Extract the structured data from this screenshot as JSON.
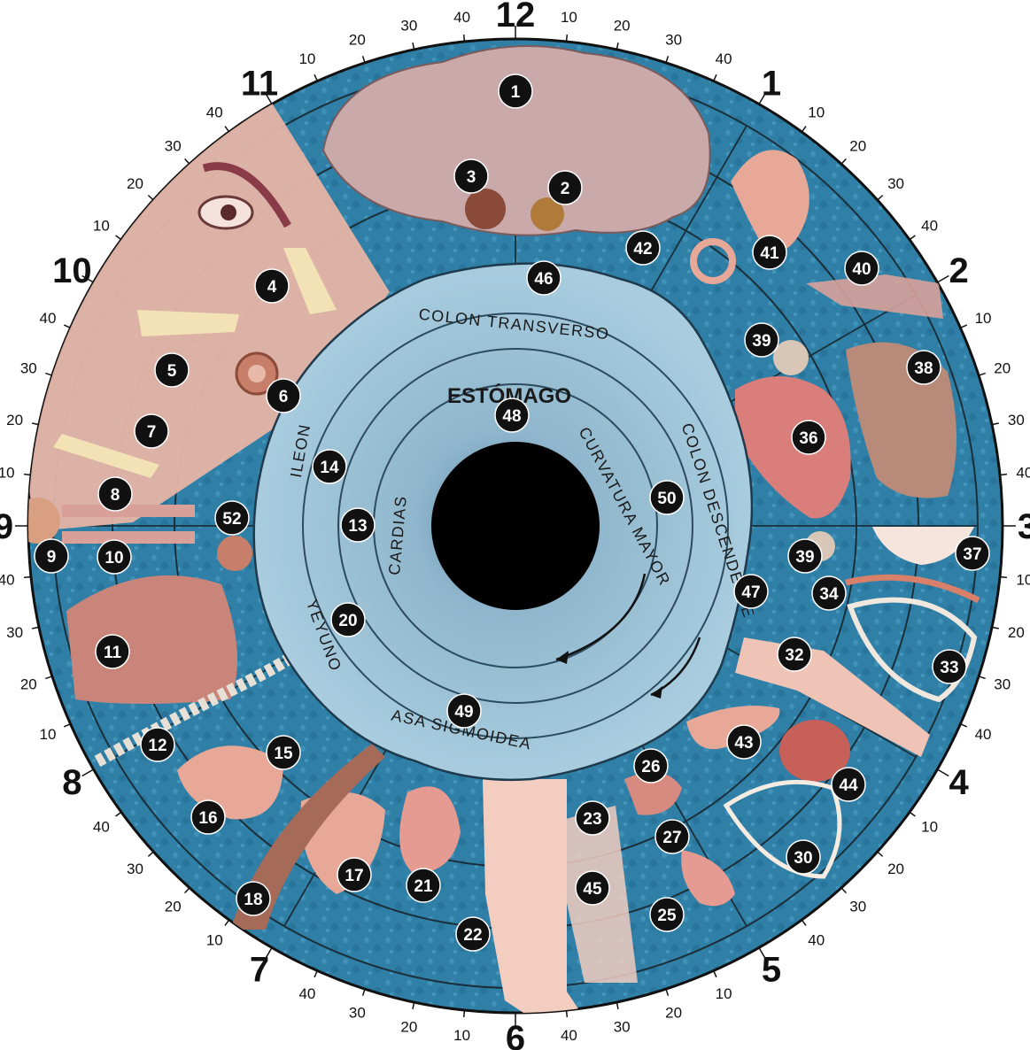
{
  "hours": [
    {
      "label": "12",
      "minute": 0
    },
    {
      "label": "1",
      "minute": 5
    },
    {
      "label": "2",
      "minute": 10
    },
    {
      "label": "3",
      "minute": 15
    },
    {
      "label": "4",
      "minute": 20
    },
    {
      "label": "5",
      "minute": 25
    },
    {
      "label": "6",
      "minute": 30
    },
    {
      "label": "7",
      "minute": 35
    },
    {
      "label": "8",
      "minute": 40
    },
    {
      "label": "9",
      "minute": 45
    },
    {
      "label": "10",
      "minute": 50
    },
    {
      "label": "11",
      "minute": 55
    }
  ],
  "minute_marks": [
    "10",
    "20",
    "30",
    "40",
    "50"
  ],
  "inner_labels": {
    "stomach": "ESTÓMAGO",
    "colon_transverso": "COLON TRANSVERSO",
    "colon_descendente": "COLON DESCENDENTE",
    "curvatura_mayor": "CURVATURA MAYOR",
    "ileon": "ILEON",
    "cardias": "CARDIAS",
    "yeyuno": "YEYUNO",
    "asa_sigmoidea": "ASA SIGMOIDEA"
  },
  "zone_numbers": [
    "1",
    "2",
    "3",
    "4",
    "5",
    "6",
    "7",
    "8",
    "9",
    "10",
    "11",
    "12",
    "13",
    "14",
    "15",
    "16",
    "17",
    "18",
    "20",
    "21",
    "22",
    "23",
    "25",
    "26",
    "27",
    "30",
    "32",
    "33",
    "34",
    "36",
    "37",
    "38",
    "39",
    "39",
    "40",
    "41",
    "42",
    "43",
    "44",
    "45",
    "46",
    "47",
    "48",
    "49",
    "50",
    "52"
  ],
  "colors": {
    "outer_ring": "#2f7fa6",
    "inner_iris": "#9fc4d8",
    "pupil": "#000000",
    "badge": "#111111",
    "skin": "#e8b8a8",
    "brain": "#c9a9a9"
  }
}
